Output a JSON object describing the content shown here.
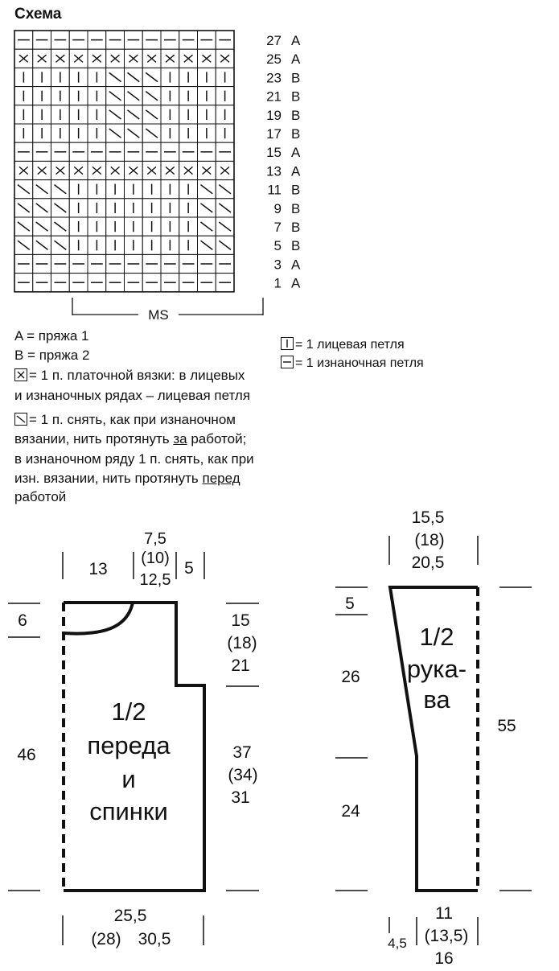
{
  "title": "Схема",
  "chart": {
    "repeat_label": "MS",
    "rows": [
      {
        "number": "27",
        "yarn": "A",
        "cells": "------------"
      },
      {
        "number": "25",
        "yarn": "A",
        "cells": "XXXXXXXXXXXX"
      },
      {
        "number": "23",
        "yarn": "B",
        "cells": "|||||\\\\\\|||||"
      },
      {
        "number": "21",
        "yarn": "B",
        "cells": "|||||\\\\\\|||||"
      },
      {
        "number": "19",
        "yarn": "B",
        "cells": "|||||\\\\\\|||||"
      },
      {
        "number": "17",
        "yarn": "B",
        "cells": "|||||\\\\\\|||||"
      },
      {
        "number": "15",
        "yarn": "A",
        "cells": "------------"
      },
      {
        "number": "13",
        "yarn": "A",
        "cells": "XXXXXXXXXXXX"
      },
      {
        "number": "11",
        "yarn": "B",
        "cells": "\\\\\\|||||||\\\\\\"
      },
      {
        "number": "9",
        "yarn": "B",
        "cells": "\\\\\\|||||||\\\\\\"
      },
      {
        "number": "7",
        "yarn": "B",
        "cells": "\\\\\\|||||||\\\\\\"
      },
      {
        "number": "5",
        "yarn": "B",
        "cells": "\\\\\\|||||||\\\\\\"
      },
      {
        "number": "3",
        "yarn": "A",
        "cells": "------------"
      },
      {
        "number": "1",
        "yarn": "A",
        "cells": "------------"
      }
    ]
  },
  "legend": {
    "yarn_a": "A = пряжа 1",
    "yarn_b": "B = пряжа 2",
    "garter_1": "= 1 п. платочной вязки: в лицевых",
    "garter_2": "и изнаночных рядах – лицевая петля",
    "slip_1": "= 1 п. снять, как при изнаночном",
    "slip_2a": "вязании, нить протянуть ",
    "slip_2b": "за",
    "slip_2c": " работой;",
    "slip_3": "в изнаночном ряду 1 п. снять, как при",
    "slip_4a": "изн. вязании, нить протянуть ",
    "slip_4b": "перед",
    "slip_5": "работой",
    "knit": "= 1 лицевая петля",
    "purl": "= 1 изнаночная петля"
  },
  "body_panel": {
    "label": [
      "1/2",
      "переда",
      "и",
      "спинки"
    ],
    "top_shoulder": "13",
    "neck_width": [
      "7,5",
      "(10)",
      "12,5"
    ],
    "top_edge": "5",
    "neck_depth": "6",
    "armhole_depth": [
      "15",
      "(18)",
      "21"
    ],
    "side_length": [
      "37",
      "(34)",
      "31"
    ],
    "total_length": "46",
    "bottom_width": [
      "25,5",
      "(28)",
      "30,5"
    ]
  },
  "sleeve_panel": {
    "label": [
      "1/2",
      "рука-",
      "ва"
    ],
    "top_width": [
      "15,5",
      "(18)",
      "20,5"
    ],
    "top_offset": "5",
    "taper_length": "26",
    "straight_length": "24",
    "total_length": "55",
    "bottom_width": [
      "11",
      "(13,5)",
      "16"
    ],
    "bottom_offset": "4,5"
  }
}
